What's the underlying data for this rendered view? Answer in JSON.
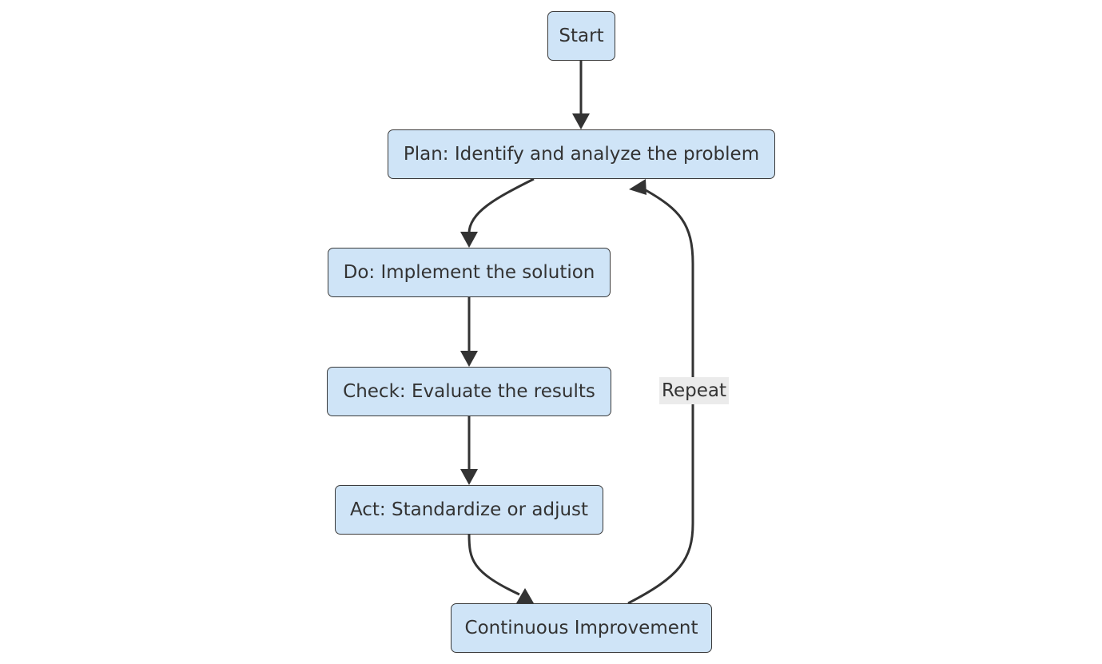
{
  "diagram": {
    "nodes": {
      "start": "Start",
      "plan": "Plan: Identify and analyze the problem",
      "do": "Do: Implement the solution",
      "check": "Check: Evaluate the results",
      "act": "Act: Standardize or adjust",
      "improve": "Continuous Improvement"
    },
    "edges": [
      {
        "from": "start",
        "to": "plan",
        "label": ""
      },
      {
        "from": "plan",
        "to": "do",
        "label": ""
      },
      {
        "from": "do",
        "to": "check",
        "label": ""
      },
      {
        "from": "check",
        "to": "act",
        "label": ""
      },
      {
        "from": "act",
        "to": "improve",
        "label": ""
      },
      {
        "from": "improve",
        "to": "plan",
        "label": "Repeat"
      }
    ],
    "repeat_label": "Repeat",
    "colors": {
      "node_fill": "#cfe4f7",
      "node_border": "#3a3a3a",
      "edge": "#333333",
      "label_bg": "#ebebeb",
      "text": "#333333"
    }
  }
}
